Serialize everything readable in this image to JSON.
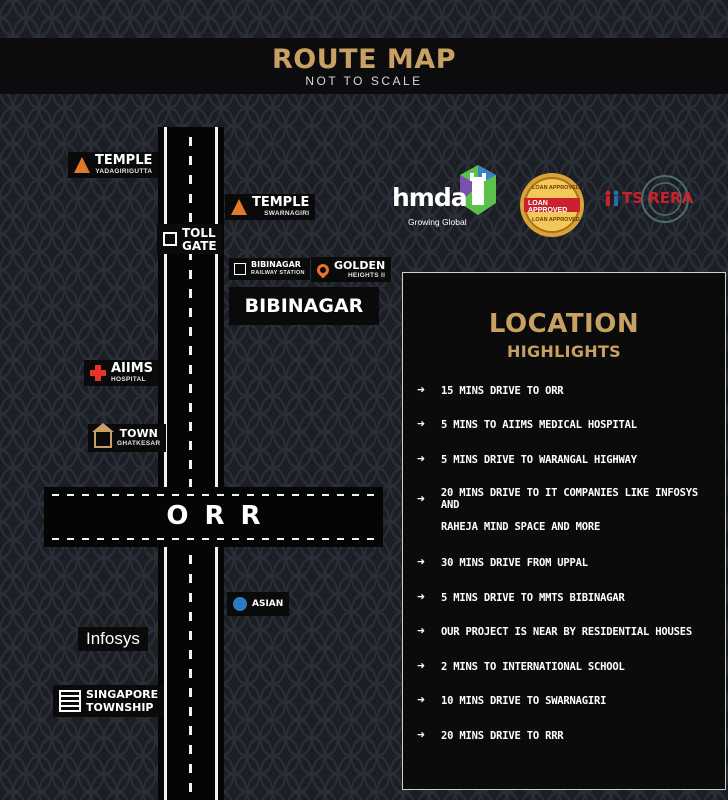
{
  "header": {
    "title": "ROUTE MAP",
    "subtitle": "NOT TO SCALE"
  },
  "roads": {
    "orr_label": "ORR"
  },
  "landmarks": {
    "temple_yadagirigutta": {
      "name": "TEMPLE",
      "sub": "YADAGIRIGUTTA"
    },
    "temple_swarnagiri": {
      "name": "TEMPLE",
      "sub": "SWARNAGIRI"
    },
    "toll_gate": {
      "line1": "TOLL",
      "line2": "GATE"
    },
    "bibinagar_station": {
      "name": "BIBINAGAR",
      "sub": "RAILWAY STATION"
    },
    "golden_heights": {
      "name": "GOLDEN",
      "sub": "HEIGHTS II"
    },
    "bibinagar": {
      "name": "BIBINAGAR"
    },
    "aiims": {
      "name": "AIIMS",
      "sub": "HOSPITAL"
    },
    "town": {
      "name": "TOWN",
      "sub": "GHATKESAR"
    },
    "asian": {
      "name": "ASIAN"
    },
    "infosys": {
      "name": "Infosys"
    },
    "singapore": {
      "line1": "SINGAPORE",
      "line2": "TOWNSHIP"
    }
  },
  "logos": {
    "hmda": {
      "word": "hmda",
      "tagline": "Growing Global"
    },
    "loan": {
      "top": "LOAN APPROVED",
      "ribbon": "LOAN APPROVED",
      "bottom": "LOAN APPROVED"
    },
    "rera": {
      "text": "TS RERA"
    }
  },
  "highlights": {
    "title": "LOCATION",
    "subtitle": "HIGHLIGHTS",
    "items": [
      "15 MINS DRIVE TO ORR",
      "5 MINS TO AIIMS MEDICAL HOSPITAL",
      "5 MINS DRIVE TO WARANGAL HIGHWAY",
      "20 MINS DRIVE TO  IT COMPANIES LIKE INFOSYS AND",
      "RAHEJA MIND SPACE AND MORE",
      "30 MINS DRIVE FROM UPPAL",
      "5 MINS DRIVE TO MMTS BIBINAGAR",
      "OUR PROJECT IS NEAR BY RESIDENTIAL HOUSES",
      "2 MINS TO INTERNATIONAL SCHOOL",
      "10 MINS DRIVE  TO  SWARNAGIRI",
      "20 MINS DRIVE TO RRR"
    ]
  },
  "colors": {
    "gold": "#c9a063",
    "accent_orange": "#e07a2a",
    "hmda_green": "#5cc04a",
    "hmda_blue": "#3b82c4",
    "rera_red": "#c8232c"
  }
}
